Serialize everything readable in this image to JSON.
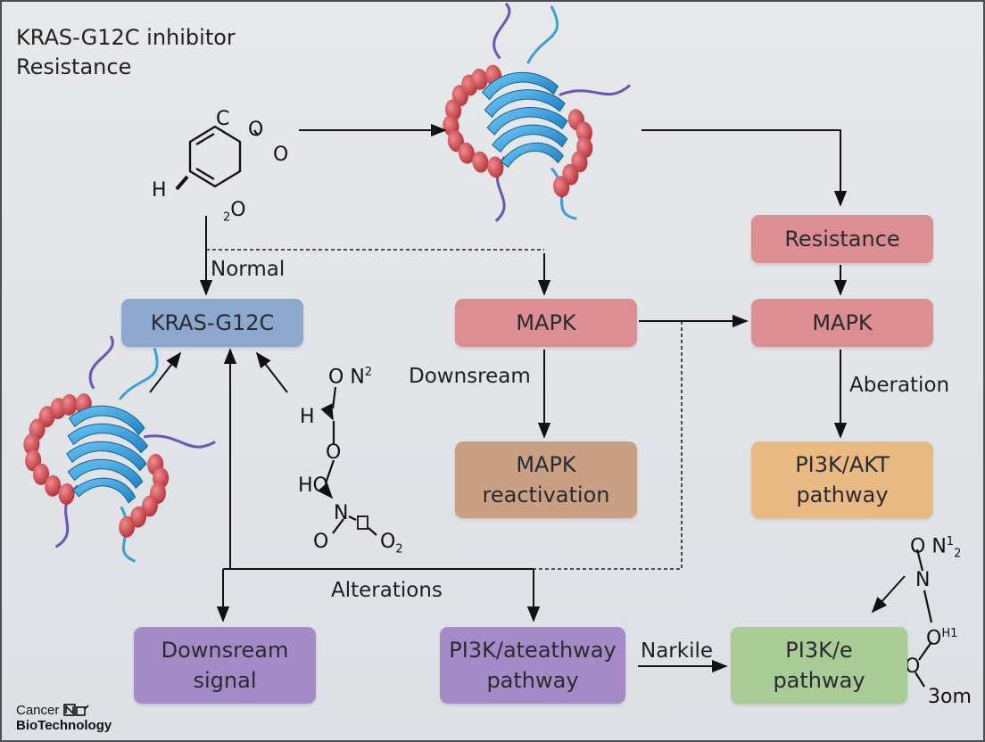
{
  "title": {
    "line1": "KRAS-G12C inhibitor",
    "line2": "Resistance"
  },
  "nodes": {
    "kras_g12c": "KRAS-G12C",
    "mapk_center": "MAPK",
    "mapk_reactivation_line1": "MAPK",
    "mapk_reactivation_line2": "reactivation",
    "resistance": "Resistance",
    "mapk_right": "MAPK",
    "pi3k_akt_line1": "PI3K/AKT",
    "pi3k_akt_line2": "pathway",
    "downstream_signal_line1": "Downsream",
    "downstream_signal_line2": "signal",
    "pi3k_ate_line1": "PI3K/ateathway",
    "pi3k_ate_line2": "pathway",
    "pi3k_e_line1": "PI3K/e",
    "pi3k_e_line2": "pathway"
  },
  "edge_labels": {
    "normal": "Normal",
    "downstream": "Downsream",
    "aberration": "Aberation",
    "alterations": "Alterations",
    "narkile": "Narkile"
  },
  "chem_top": {
    "c": "C",
    "oo_1": "O",
    "oo_2": "O",
    "h": "H",
    "o2_sub": "2",
    "o2_o": "O"
  },
  "chem_middle": {
    "o_top": "O",
    "n2": "N",
    "n2_sup": "2",
    "h": "H",
    "o_mid": "O",
    "ho": "HO",
    "n": "N",
    "o_left": "O",
    "o2": "O",
    "o2_sub": "2"
  },
  "chem_right": {
    "o": "O",
    "n": "N",
    "n_sup": "1",
    "n_sub": "2",
    "n_center": "N",
    "o_h": "O",
    "h_sup": "H",
    "h_sup_num": "1",
    "o_low": "O",
    "3om": "3om"
  },
  "logo": {
    "line1": "Cancer",
    "line2": "BioTechnology"
  },
  "colors": {
    "blue_box": "#8ea7cc",
    "red_box": "#dc8e92",
    "tan_box": "#c9a084",
    "orange_box": "#e8b983",
    "purple_box": "#a48bc7",
    "green_box": "#a9cc97",
    "protein_helix": "#d9464e",
    "protein_sheet": "#2fa3e0",
    "protein_loop": "#6b55b8"
  },
  "icons": [
    "kras-protein-structure-icon",
    "chemical-structure-icon",
    "cancer-biotechnology-logo-icon"
  ]
}
